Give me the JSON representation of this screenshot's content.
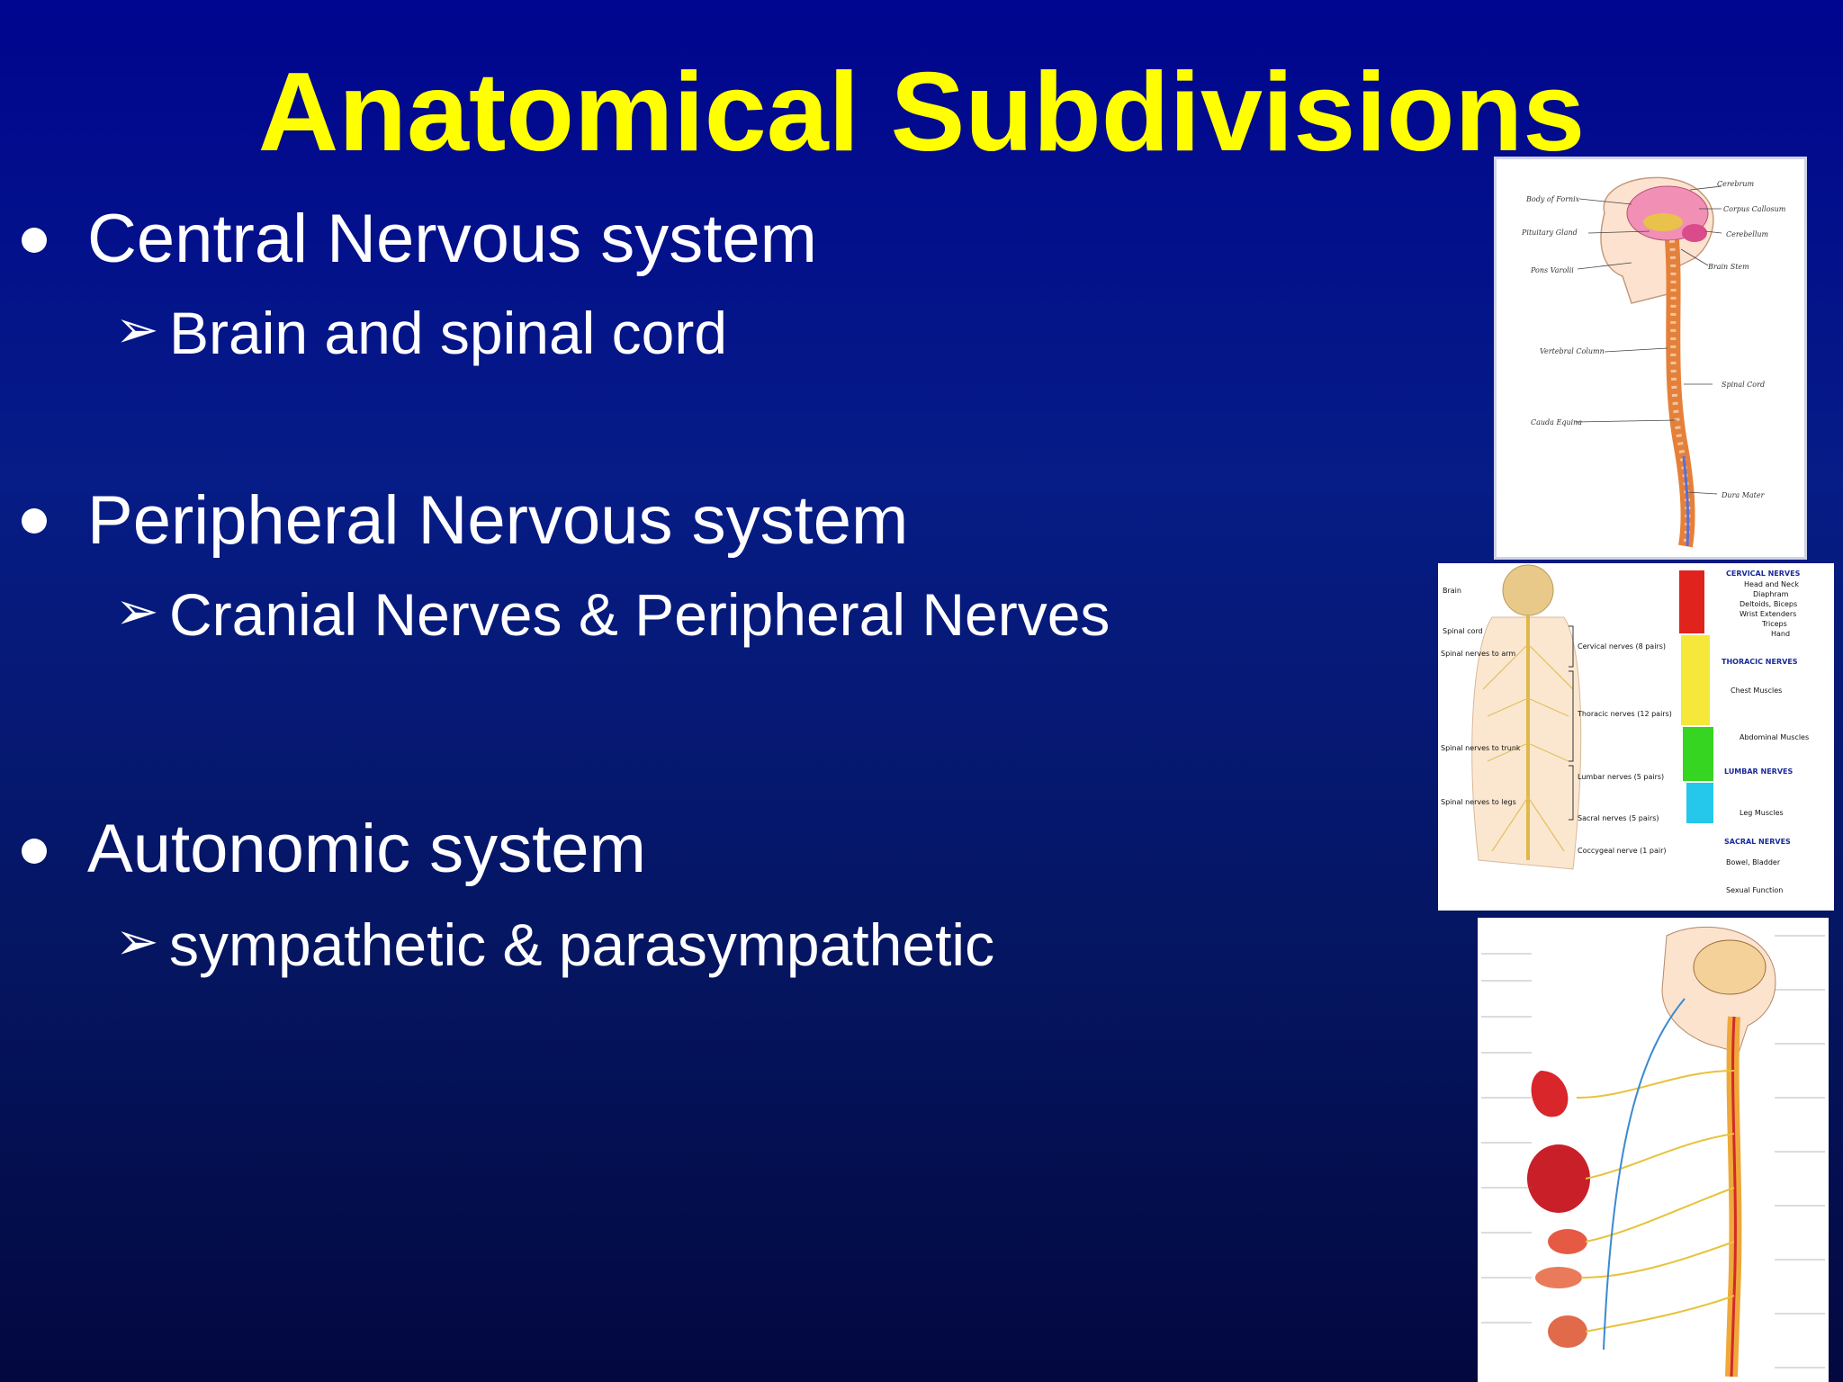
{
  "slide": {
    "title": "Anatomical Subdivisions",
    "bullets": [
      {
        "label": "Central Nervous system",
        "sub": "Brain and spinal cord"
      },
      {
        "label": "Peripheral Nervous system",
        "sub": "Cranial Nerves & Peripheral Nerves"
      },
      {
        "label": "Autonomic system",
        "sub": "sympathetic & parasympathetic"
      }
    ],
    "bullet_icon": "bullet-dot-icon",
    "sub_icon": "arrowhead-bullet-icon"
  },
  "colors": {
    "title": "#ffff00",
    "text": "#ffffff",
    "background_top": "#00058f",
    "background_bottom": "#03083f"
  },
  "figures": {
    "cns": {
      "labels": [
        "Cerebrum",
        "Body of Fornix",
        "Corpus Callosum",
        "Pituitary Gland",
        "Cerebellum",
        "Brain Stem",
        "Pons Varolii",
        "Vertebral Column",
        "Spinal Cord",
        "Cauda Equina",
        "Dura Mater"
      ]
    },
    "pns": {
      "left_labels": [
        "Brain",
        "Spinal cord",
        "Spinal nerves to arm",
        "Spinal nerves to trunk",
        "Spinal nerves to legs"
      ],
      "mid_labels": [
        "Cervical nerves (8 pairs)",
        "Thoracic nerves (12 pairs)",
        "Lumbar nerves (5 pairs)",
        "Sacral nerves (5 pairs)",
        "Coccygeal nerve (1 pair)"
      ],
      "right_headers": [
        "CERVICAL NERVES",
        "THORACIC NERVES",
        "LUMBAR NERVES",
        "SACRAL NERVES"
      ],
      "right_labels": [
        "Head and Neck",
        "Diaphram",
        "Deltoids, Biceps",
        "Wrist Extenders",
        "Triceps",
        "Hand",
        "Chest Muscles",
        "Abdominal Muscles",
        "Leg Muscles",
        "Bowel, Bladder",
        "Sexual Function"
      ]
    }
  }
}
